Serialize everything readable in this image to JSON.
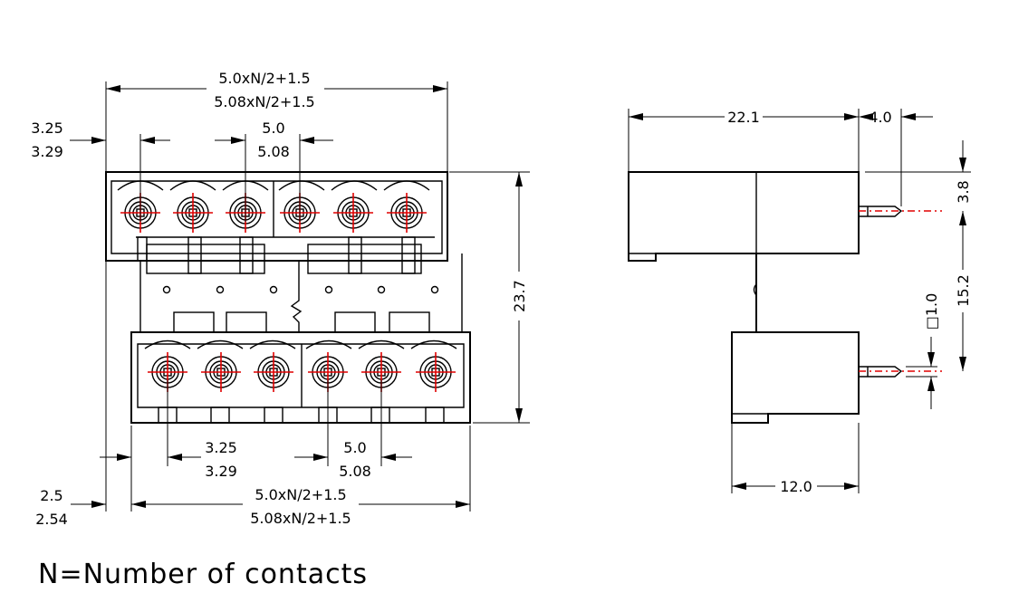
{
  "front_view": {
    "top_width": [
      "5.0xN/2+1.5",
      "5.08xN/2+1.5"
    ],
    "top_offset": [
      "3.25",
      "3.29"
    ],
    "top_pitch": [
      "5.0",
      "5.08"
    ],
    "height": "23.7",
    "bottom_offset": [
      "3.25",
      "3.29"
    ],
    "bottom_pitch": [
      "5.0",
      "5.08"
    ],
    "edge_offset": [
      "2.5",
      "2.54"
    ],
    "bottom_width": [
      "5.0xN/2+1.5",
      "5.08xN/2+1.5"
    ]
  },
  "side_view": {
    "depth": "22.1",
    "pin_length": "4.0",
    "pin_offset": "3.8",
    "row_spacing": "15.2",
    "pin_size": "□1.0",
    "bottom_depth": "12.0"
  },
  "note": "N=Number of contacts",
  "colors": {
    "outline": "#000000",
    "centerline": "#e00000"
  }
}
